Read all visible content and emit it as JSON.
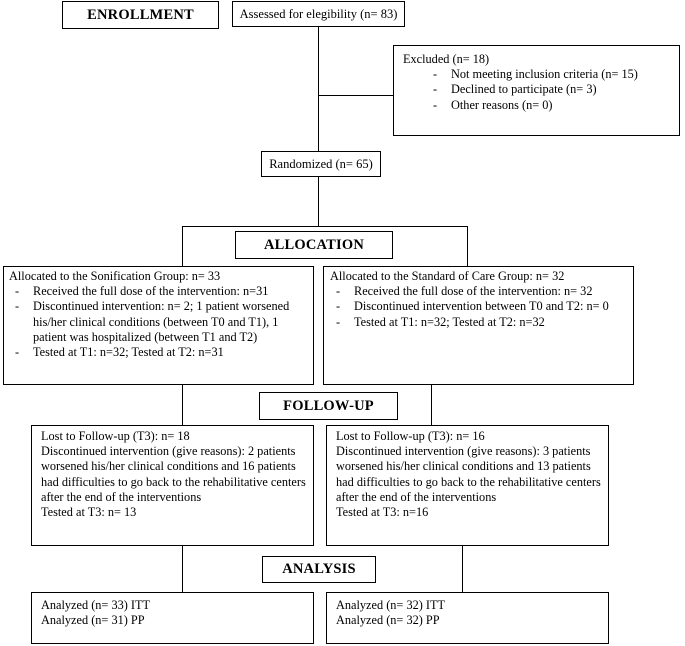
{
  "phases": {
    "enrollment": "ENROLLMENT",
    "allocation": "ALLOCATION",
    "followup": "FOLLOW-UP",
    "analysis": "ANALYSIS"
  },
  "assessed": "Assessed for elegibility (n= 83)",
  "excluded": {
    "title": "Excluded (n= 18)",
    "items": [
      "Not meeting inclusion criteria (n= 15)",
      "Declined to participate (n= 3)",
      "Other reasons (n= 0)"
    ]
  },
  "randomized": "Randomized (n= 65)",
  "allocation_left": {
    "title": "Allocated to the Sonification Group: n= 33",
    "items": [
      "Received the full dose of the intervention: n=31",
      "Discontinued intervention: n= 2; 1 patient worsened his/her clinical conditions (between T0 and T1), 1 patient was hospitalized (between T1 and T2)",
      "Tested at T1: n=32; Tested at T2: n=31"
    ]
  },
  "allocation_right": {
    "title": "Allocated to the Standard of Care Group: n= 32",
    "items": [
      "Received the full dose of the intervention: n= 32",
      "Discontinued intervention between T0 and T2: n= 0",
      "Tested at T1: n=32; Tested at T2: n=32"
    ]
  },
  "followup_left": {
    "lost": "Lost to Follow-up (T3): n= 18",
    "discontinued": "Discontinued intervention (give reasons): 2 patients worsened his/her clinical conditions and 16 patients had difficulties to go back to the rehabilitative centers after the end of the interventions",
    "tested": "Tested at T3: n= 13"
  },
  "followup_right": {
    "lost": "Lost to Follow-up (T3): n= 16",
    "discontinued": "Discontinued intervention (give reasons): 3 patients worsened his/her clinical conditions and 13 patients had difficulties to go back to the rehabilitative centers after the end of the interventions",
    "tested": "Tested at T3: n=16"
  },
  "analysis_left": {
    "itt": "Analyzed (n= 33) ITT",
    "pp": "Analyzed (n= 31) PP"
  },
  "analysis_right": {
    "itt": "Analyzed (n= 32) ITT",
    "pp": "Analyzed (n= 32) PP"
  }
}
